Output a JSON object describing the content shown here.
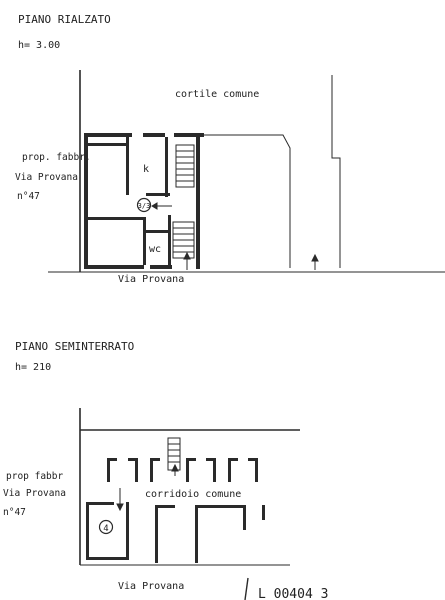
{
  "ground_floor": {
    "title": "PIANO RIALZATO",
    "height": "h= 3.00",
    "courtyard": "cortile comune",
    "owner_lines": [
      "prop. fabbr.",
      "Via Provana",
      "n°47"
    ],
    "room_kitchen": "k",
    "room_wc": "wc",
    "unit_number": "3/3",
    "street": "Via Provana"
  },
  "basement": {
    "title": "PIANO SEMINTERRATO",
    "height": "h= 210",
    "corridor": "corridoio comune",
    "owner_lines": [
      "prop fabbr",
      "Via Provana",
      "n°47"
    ],
    "unit_number": "4",
    "street": "Via Provana"
  },
  "footer": {
    "reference": "L 00404 3"
  },
  "colors": {
    "ink": "#2a2a2a",
    "paper": "#ffffff"
  }
}
